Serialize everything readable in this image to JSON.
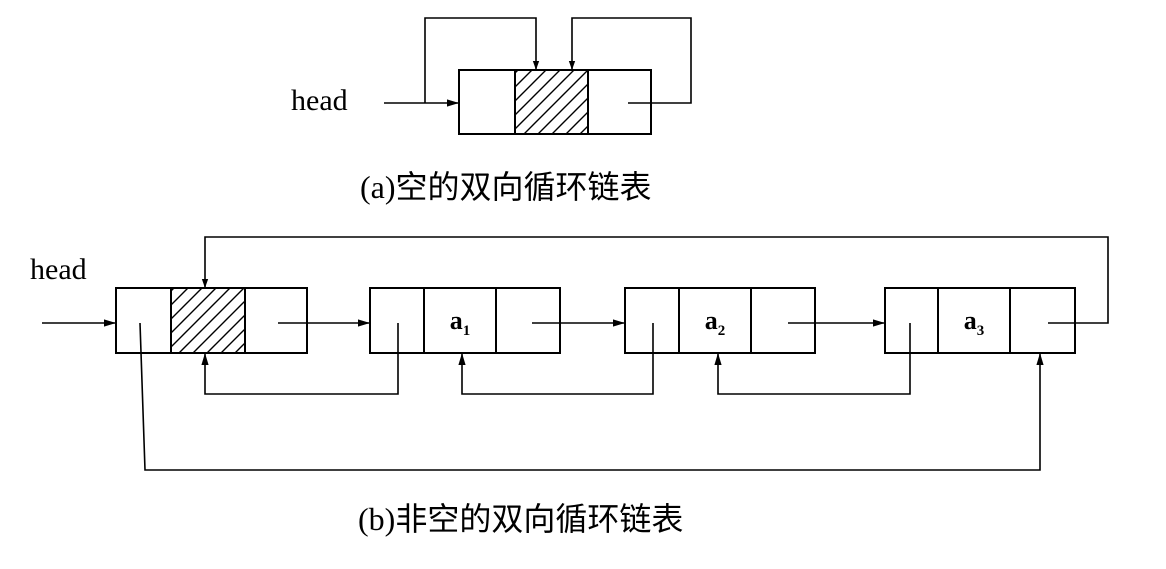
{
  "diagram_a": {
    "head_label": "head",
    "caption": "(a)空的双向循环链表"
  },
  "diagram_b": {
    "head_label": "head",
    "caption": "(b)非空的双向循环链表",
    "nodes": [
      {
        "base": "a",
        "sub": "1"
      },
      {
        "base": "a",
        "sub": "2"
      },
      {
        "base": "a",
        "sub": "3"
      }
    ]
  },
  "colors": {
    "ink": "#000000",
    "background": "#ffffff"
  }
}
